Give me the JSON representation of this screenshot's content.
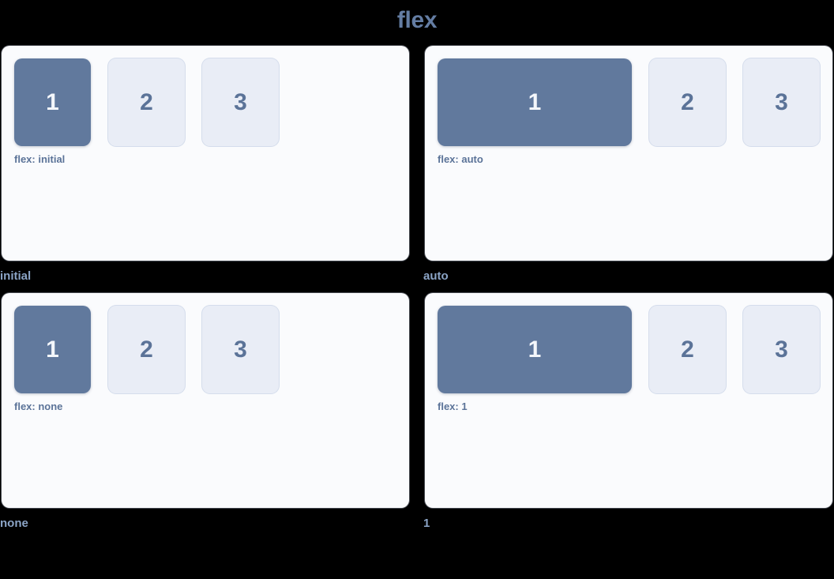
{
  "page": {
    "title": "flex",
    "background_color": "#000000",
    "title_color": "#647da3",
    "panel_background": "#fafbfd",
    "accent_filled": "#61799d",
    "accent_plain": "#e9edf6",
    "label_color": "#5b7398",
    "caption_color": "#8ba4c6"
  },
  "demos": [
    {
      "caption": "initial",
      "label": "flex: initial",
      "mode": "mode-initial",
      "boxes": [
        {
          "text": "1",
          "style": "filled"
        },
        {
          "text": "2",
          "style": "plain"
        },
        {
          "text": "3",
          "style": "plain"
        }
      ]
    },
    {
      "caption": "auto",
      "label": "flex: auto",
      "mode": "mode-auto",
      "boxes": [
        {
          "text": "1",
          "style": "filled"
        },
        {
          "text": "2",
          "style": "plain"
        },
        {
          "text": "3",
          "style": "plain"
        }
      ]
    },
    {
      "caption": "none",
      "label": "flex: none",
      "mode": "mode-none",
      "boxes": [
        {
          "text": "1",
          "style": "filled"
        },
        {
          "text": "2",
          "style": "plain"
        },
        {
          "text": "3",
          "style": "plain"
        }
      ]
    },
    {
      "caption": "1",
      "label": "flex: 1",
      "mode": "mode-one",
      "boxes": [
        {
          "text": "1",
          "style": "filled"
        },
        {
          "text": "2",
          "style": "plain"
        },
        {
          "text": "3",
          "style": "plain"
        }
      ]
    }
  ]
}
